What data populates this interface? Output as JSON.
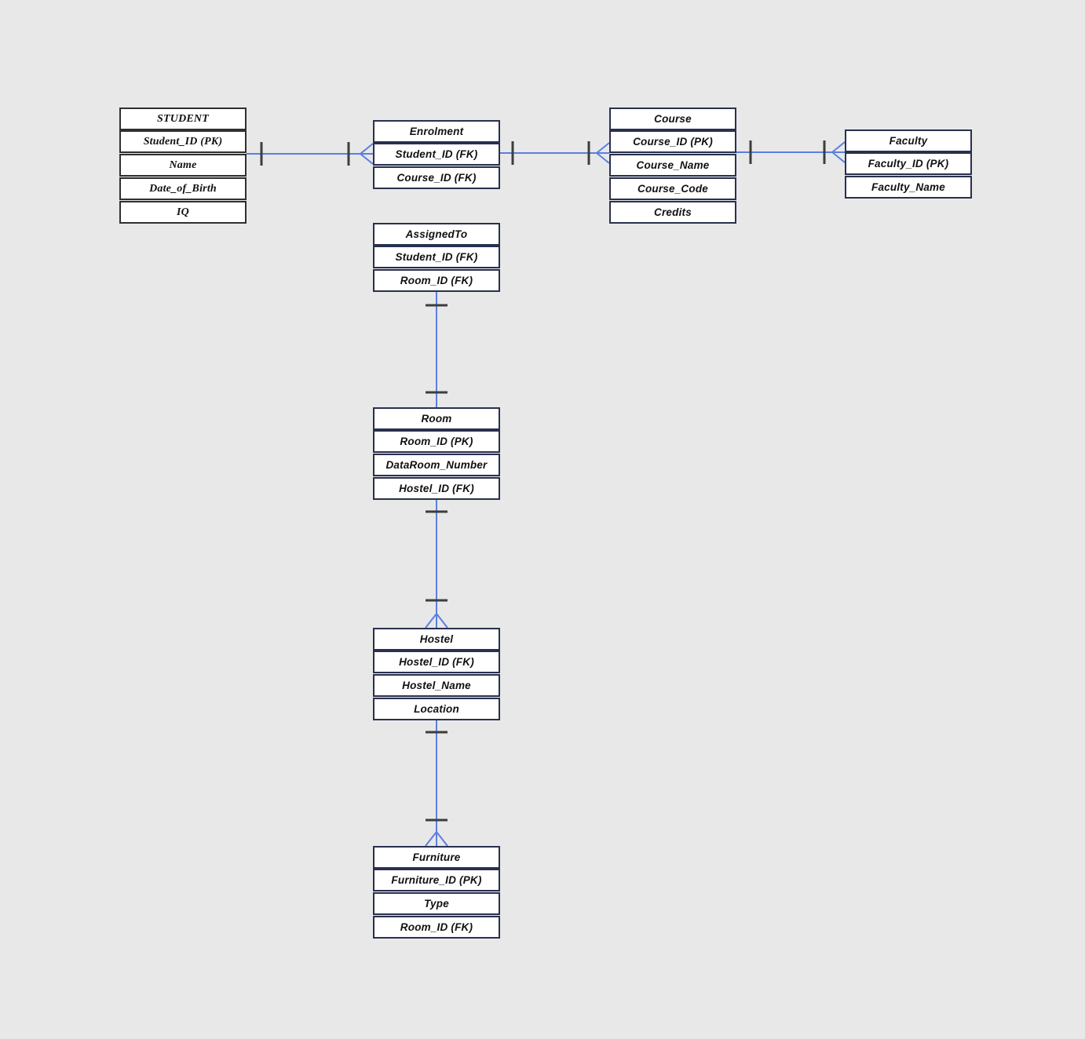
{
  "colors": {
    "background": "#e8e8e8",
    "entity_fill": "#ffffff",
    "entity_border": "#29304e",
    "student_border": "#2f2f2f",
    "connector": "#5b7ee1",
    "tick": "#3d3d3d"
  },
  "entities": {
    "student": {
      "title": "STUDENT",
      "rows": [
        "Student_ID (PK)",
        "Name",
        "Date_of_Birth",
        "IQ"
      ]
    },
    "enrolment": {
      "title": "Enrolment",
      "rows": [
        "Student_ID (FK)",
        "Course_ID (FK)"
      ]
    },
    "course": {
      "title": "Course",
      "rows": [
        "Course_ID (PK)",
        "Course_Name",
        "Course_Code",
        "Credits"
      ]
    },
    "faculty": {
      "title": "Faculty",
      "rows": [
        "Faculty_ID (PK)",
        "Faculty_Name"
      ]
    },
    "assigned_to": {
      "title": "AssignedTo",
      "rows": [
        "Student_ID (FK)",
        "Room_ID (FK)"
      ]
    },
    "room": {
      "title": "Room",
      "rows": [
        "Room_ID (PK)",
        "DataRoom_Number",
        "Hostel_ID (FK)"
      ]
    },
    "hostel": {
      "title": "Hostel",
      "rows": [
        "Hostel_ID (FK)",
        "Hostel_Name",
        "Location"
      ]
    },
    "furniture": {
      "title": "Furniture",
      "rows": [
        "Furniture_ID (PK)",
        "Type",
        "Room_ID (FK)"
      ]
    }
  },
  "relationships": [
    {
      "from": "STUDENT",
      "to": "Enrolment",
      "notation": "one-to-many",
      "many_end": "Enrolment"
    },
    {
      "from": "Enrolment",
      "to": "Course",
      "notation": "one-to-many",
      "many_end": "Course"
    },
    {
      "from": "Course",
      "to": "Faculty",
      "notation": "one-to-many",
      "many_end": "Faculty"
    },
    {
      "from": "AssignedTo",
      "to": "Room",
      "notation": "one-to-one",
      "many_end": null
    },
    {
      "from": "Room",
      "to": "Hostel",
      "notation": "one-to-many",
      "many_end": "Hostel"
    },
    {
      "from": "Hostel",
      "to": "Furniture",
      "notation": "one-to-many",
      "many_end": "Furniture"
    }
  ]
}
